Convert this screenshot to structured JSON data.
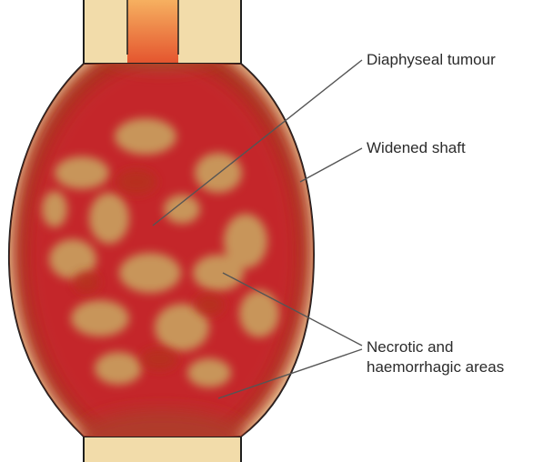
{
  "labels": {
    "diaphyseal_tumour": "Diaphyseal tumour",
    "widened_shaft": "Widened shaft",
    "necrotic_line1": "Necrotic and",
    "necrotic_line2": "haemorrhagic areas"
  },
  "colors": {
    "bone": "#f2dcaa",
    "bone_outline": "#1e1e1e",
    "tumour_red": "#c4282a",
    "tumour_tan": "#c8955a",
    "marrow": "#f0894a",
    "leader_line": "#555555"
  }
}
